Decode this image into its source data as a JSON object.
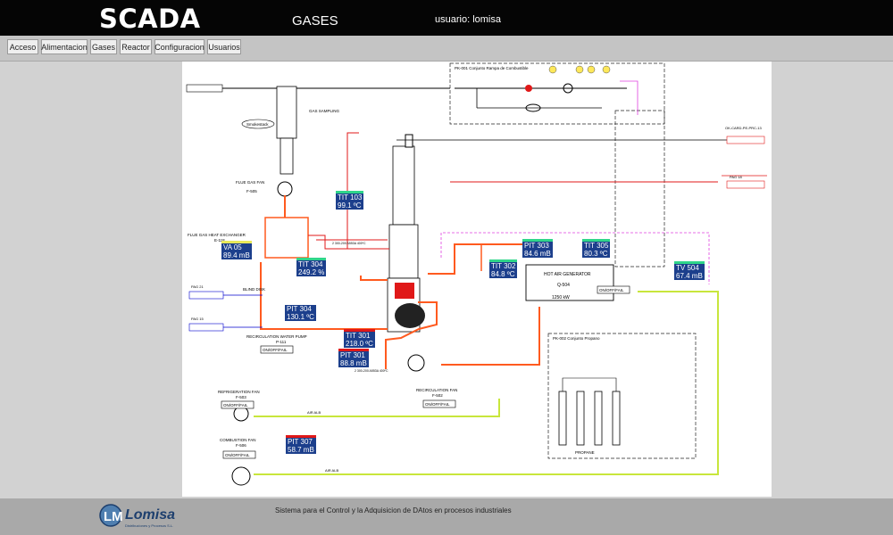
{
  "header": {
    "logo": "SCADA",
    "page_name": "GASES",
    "user_label": "usuario: lomisa"
  },
  "menu": [
    "Acceso",
    "Alimentacion",
    "Gases",
    "Reactor",
    "Configuracion",
    "Usuarios"
  ],
  "colors": {
    "accent_green": "#2fd58a",
    "accent_red": "#e01818",
    "value_bg": "#1c3f8c",
    "process_pipe": "#ff5a1f",
    "air_pipe": "#c8e63c",
    "signal_line": "#e040e0"
  },
  "instruments": [
    {
      "tag": "TIT 103",
      "value": "99.1 ºC"
    },
    {
      "tag": "VA 05",
      "value": "89.4 mB"
    },
    {
      "tag": "TIT 304",
      "value": "249.2 %"
    },
    {
      "tag": "PIT 304",
      "value": "130.1 ºC"
    },
    {
      "tag": "TIT 301",
      "value": "218.0 ºC"
    },
    {
      "tag": "PIT 301",
      "value": "88.8 mB"
    },
    {
      "tag": "TIT 302",
      "value": "84.8 ºC"
    },
    {
      "tag": "PIT 303",
      "value": "84.6 mB"
    },
    {
      "tag": "TIT 305",
      "value": "80.3 ºC"
    },
    {
      "tag": "TV 504",
      "value": "67.4 mB"
    },
    {
      "tag": "PIT 307",
      "value": "58.7 mB"
    }
  ],
  "diagram": {
    "pk001": "PK-001 Conjunto Rampa de Combustible",
    "pk002": "PK-002 Conjunto Propano",
    "smokestack": "Smokestack",
    "gas_sampling": "GAS\nSAMPLING",
    "flue_gas_fan": "FLUE GAS FAN",
    "flue_gas_fan_id": "F-505",
    "flue_gas_hx": "FLUE GAS HEAT EXCHANGER",
    "flue_gas_hx_id": "E-118",
    "blind_disk": "BLIND DISK",
    "recirc_pump": "RECIRCULATION WATER PUMP",
    "recirc_pump_id": "P-111",
    "recirc_pump_state": "ON/OFF/FAIL",
    "hot_air_gen": "HOT AIR GENERATOR",
    "hot_air_gen_id": "Q-504",
    "hot_air_gen_power": "1250 kW",
    "hot_air_gen_state": "ON/OFF/FAIL",
    "recirc_fan": "RECIRCULATION FAN",
    "recirc_fan_id": "F-502",
    "recirc_fan_state": "ON/OFF/FAIL",
    "refrig_fan": "REFRIGERATION FAN",
    "refrig_fan_id": "F-503",
    "refrig_fan_state": "ON/OFF/FAIL",
    "comb_fan": "COMBUSTION FAN",
    "comb_fan_id": "F-506",
    "comb_fan_state": "ON/OFF/FAIL",
    "propane": "PROPANE",
    "pag21": "PAG 21",
    "pag15": "PAG 15",
    "pag18": "PAG 18",
    "ok_card": "OK-CARD-PE-PRC-13",
    "line_id_1": "2 300-200 A553A 400ºC",
    "line_id_2": "2 300-200 A553A 400ºC",
    "airline_1": "AIR ALB",
    "airline_2": "AIR ALB"
  },
  "footer": {
    "logo_text": "Lomisa",
    "logo_sub": "Distribuciones y Procesos S.L.",
    "tagline": "Sistema para el Control y la Adquisicion de DAtos en procesos industriales"
  }
}
